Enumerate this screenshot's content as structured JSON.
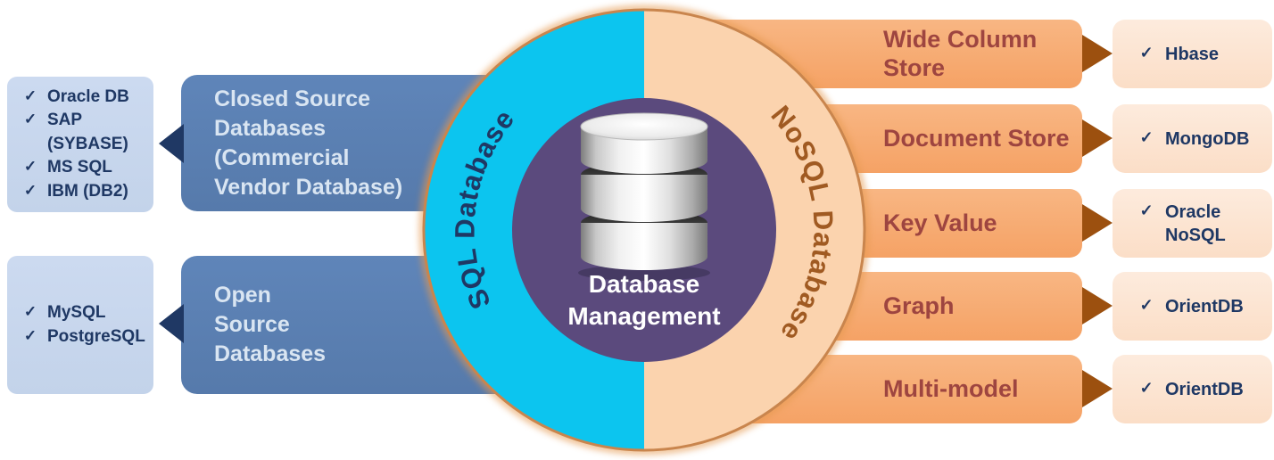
{
  "center": {
    "line1": "Database",
    "line2": "Management",
    "sql_label": "SQL Database",
    "nosql_label": "NoSQL Database"
  },
  "sql": {
    "groups": [
      {
        "category": "Closed Source\nDatabases\n(Commercial\nVendor Database)",
        "examples": [
          {
            "mark": "✓",
            "label": "Oracle DB"
          },
          {
            "mark": "✓",
            "label": "SAP"
          },
          {
            "mark": "",
            "label": "(SYBASE)"
          },
          {
            "mark": "✓",
            "label": "MS SQL"
          },
          {
            "mark": "✓",
            "label": "IBM (DB2)"
          }
        ]
      },
      {
        "category": "Open\nSource\nDatabases",
        "examples": [
          {
            "mark": "✓",
            "label": "MySQL"
          },
          {
            "mark": "✓",
            "label": "PostgreSQL"
          }
        ]
      }
    ]
  },
  "nosql": {
    "rows": [
      {
        "category": "Wide Column\nStore",
        "mark": "✓",
        "example": "Hbase"
      },
      {
        "category": "Document Store",
        "mark": "✓",
        "example": "MongoDB"
      },
      {
        "category": "Key Value",
        "mark": "✓",
        "example": "Oracle\nNoSQL"
      },
      {
        "category": "Graph",
        "mark": "✓",
        "example": "OrientDB"
      },
      {
        "category": "Multi-model",
        "mark": "✓",
        "example": "OrientDB"
      }
    ]
  },
  "colors": {
    "sql_half_ring": "#0cc5ef",
    "nosql_half_ring": "#fbd3ae",
    "hub_circle": "#5b4a7d",
    "sql_category_box": "#5b7fb4",
    "sql_example_box": "#c8d8ee",
    "nosql_category_box": "#f7ab72",
    "nosql_example_box": "#fce4d2",
    "navy_text": "#1f3864",
    "maroon_text": "#9e4540",
    "nosql_arrow": "#9c500f",
    "ring_outline": "#c9854d"
  }
}
